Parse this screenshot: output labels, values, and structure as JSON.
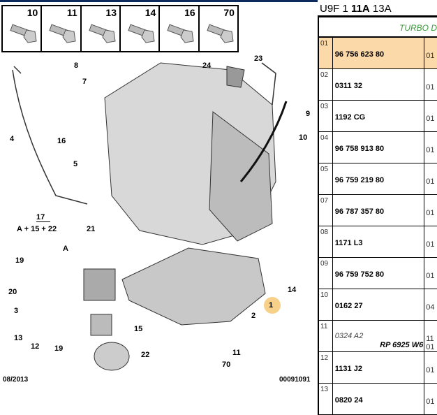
{
  "header": {
    "engine_pre": "U9F 1 ",
    "engine_bold": "11A",
    "engine_post": " 13A",
    "subtitle": "TURBO D"
  },
  "bolts": [
    "10",
    "11",
    "13",
    "14",
    "16",
    "70"
  ],
  "callouts": [
    "8",
    "7",
    "4",
    "16",
    "5",
    "17",
    "A + 15 + 22",
    "21",
    "A",
    "19",
    "20",
    "3",
    "13",
    "12",
    "19",
    "15",
    "22",
    "24",
    "23",
    "9",
    "10",
    "14",
    "1",
    "2",
    "11",
    "70"
  ],
  "footer": {
    "date": "08/2013",
    "ref": "00091091"
  },
  "rows": [
    {
      "idx": "01",
      "ref": "96 756 623 80",
      "qty": "01",
      "selected": true
    },
    {
      "idx": "02",
      "ref": "0311 32",
      "qty": "01"
    },
    {
      "idx": "03",
      "ref": "1192 CG",
      "qty": "01"
    },
    {
      "idx": "04",
      "ref": "96 758 913 80",
      "qty": "01"
    },
    {
      "idx": "05",
      "ref": "96 759 219 80",
      "qty": "01"
    },
    {
      "idx": "07",
      "ref": "96 787 357 80",
      "qty": "01"
    },
    {
      "idx": "08",
      "ref": "1171 L3",
      "qty": "01"
    },
    {
      "idx": "09",
      "ref": "96 759 752 80",
      "qty": "01"
    },
    {
      "idx": "10",
      "ref": "0162 27",
      "qty": "04"
    },
    {
      "idx": "11",
      "ref": "0324 A2",
      "extra": "RP 6925 W6",
      "qty": "11 01"
    },
    {
      "idx": "12",
      "ref": "1131 J2",
      "qty": "01"
    },
    {
      "idx": "13",
      "ref": "0820 24",
      "qty": "01"
    }
  ]
}
